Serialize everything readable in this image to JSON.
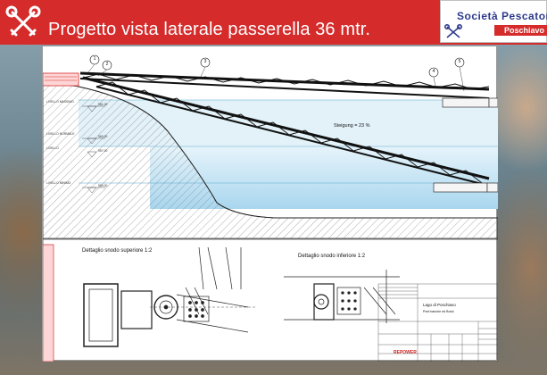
{
  "header": {
    "title": "Progetto vista laterale passerella 36 mtr.",
    "brand_line1": "Società Pescatori",
    "brand_line2": "Poschiavo",
    "accent_color": "#d52b2b",
    "brand_color": "#2d3a8c",
    "logo_icon": "crossed-keys-icon"
  },
  "drawing": {
    "slope_label": "Steigung = 23 %",
    "detail_upper": "Dettaglio snodo superiore 1:2",
    "detail_lower": "Dettaglio snodo inferiore 1:2",
    "callouts": [
      "1",
      "2",
      "3",
      "4",
      "5"
    ],
    "levels": [
      {
        "name": "LIVELLO MASSIMO",
        "value": "961.00"
      },
      {
        "name": "LIVELLO NORMALE",
        "value": "960.00"
      },
      {
        "name": "LIVELLO",
        "value": "957.00"
      },
      {
        "name": "LIVELLO MINIMO",
        "value": "950.00"
      }
    ],
    "title_block": {
      "place": "Lago di Poschiavo",
      "subtitle": "Pont banche ed Botul",
      "company": "REPOWER"
    }
  }
}
